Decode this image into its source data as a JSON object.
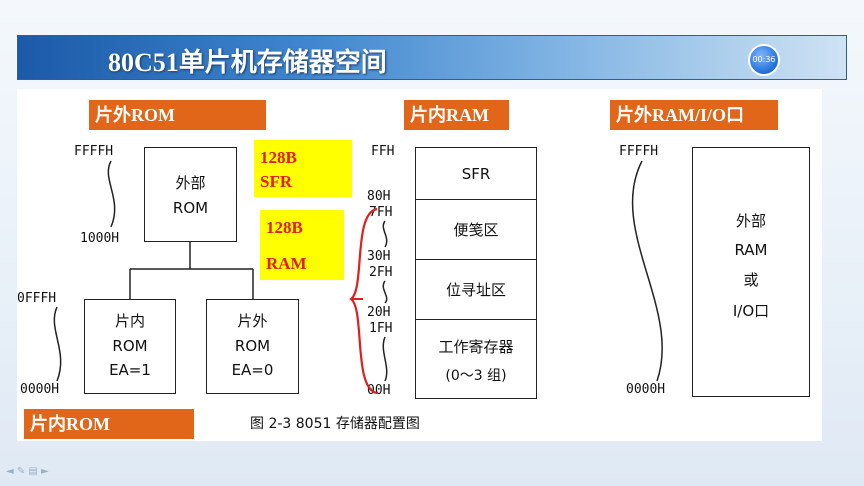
{
  "title": "80C51单片机存储器空间",
  "timer": "00:36",
  "labels": {
    "offchip_rom": "片外ROM",
    "onchip_ram": "片内RAM",
    "offchip_ram_io": "片外RAM/I/O口",
    "onchip_rom": "片内ROM"
  },
  "yellow": {
    "sfr_size": "128B",
    "sfr": "SFR",
    "ram_size": "128B",
    "ram": "RAM"
  },
  "rom": {
    "addr_top": "FFFFH",
    "addr_1000": "1000H",
    "external_line1": "外部",
    "external_line2": "ROM",
    "addr_0fff": "0FFFH",
    "addr_0000": "0000H",
    "internal_line1": "片内",
    "internal_line2": "ROM",
    "internal_ea": "EA=1",
    "external2_line1": "片外",
    "external2_line2": "ROM",
    "external2_ea": "EA=0"
  },
  "ram": {
    "addr_ff": "FFH",
    "addr_80": "80H",
    "addr_7f": "7FH",
    "addr_30": "30H",
    "addr_2f": "2FH",
    "addr_20": "20H",
    "addr_1f": "1FH",
    "addr_00": "00H",
    "cells": [
      "SFR",
      "便笺区",
      "位寻址区",
      "工作寄存器",
      "(0～3 组)"
    ]
  },
  "ext_ram": {
    "addr_top": "FFFFH",
    "addr_bottom": "0000H",
    "line1": "外部",
    "line2": "RAM",
    "line3": "或",
    "line4": "I/O口"
  },
  "caption": "图 2-3    8051 存储器配置图"
}
